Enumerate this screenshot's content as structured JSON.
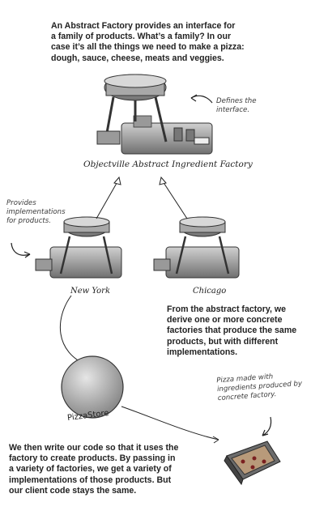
{
  "intro_text": "An Abstract Factory  provides an interface for\na family of products.  What’s a family?  In our\ncase it’s all the things we need to make a pizza:\ndough, sauce, cheese, meats and veggies.",
  "notes": {
    "defines": "Defines the\ninterface.",
    "provides": "Provides\nimplementations\nfor products.",
    "pizza": "Pizza made with\ningredients produced by\nconcrete factory."
  },
  "labels": {
    "abstract_factory": "Objectville Abstract Ingredient Factory",
    "new_york": "New York",
    "chicago": "Chicago",
    "pizza_store": "PizzaStore"
  },
  "abstract_text": "From the abstract factory, we\nderive one or more concrete\nfactories that produce the same\nproducts, but with different\nimplementations.",
  "client_text": "We then write our code so that it uses the\nfactory to create products.  By passing in\na variety of factories, we get a variety of\nimplementations of those products.  But\nour client code stays the same.",
  "colors": {
    "ink": "#222222",
    "factory_gray": "#8e8e8e",
    "store_gray": "#b5b5b5"
  }
}
